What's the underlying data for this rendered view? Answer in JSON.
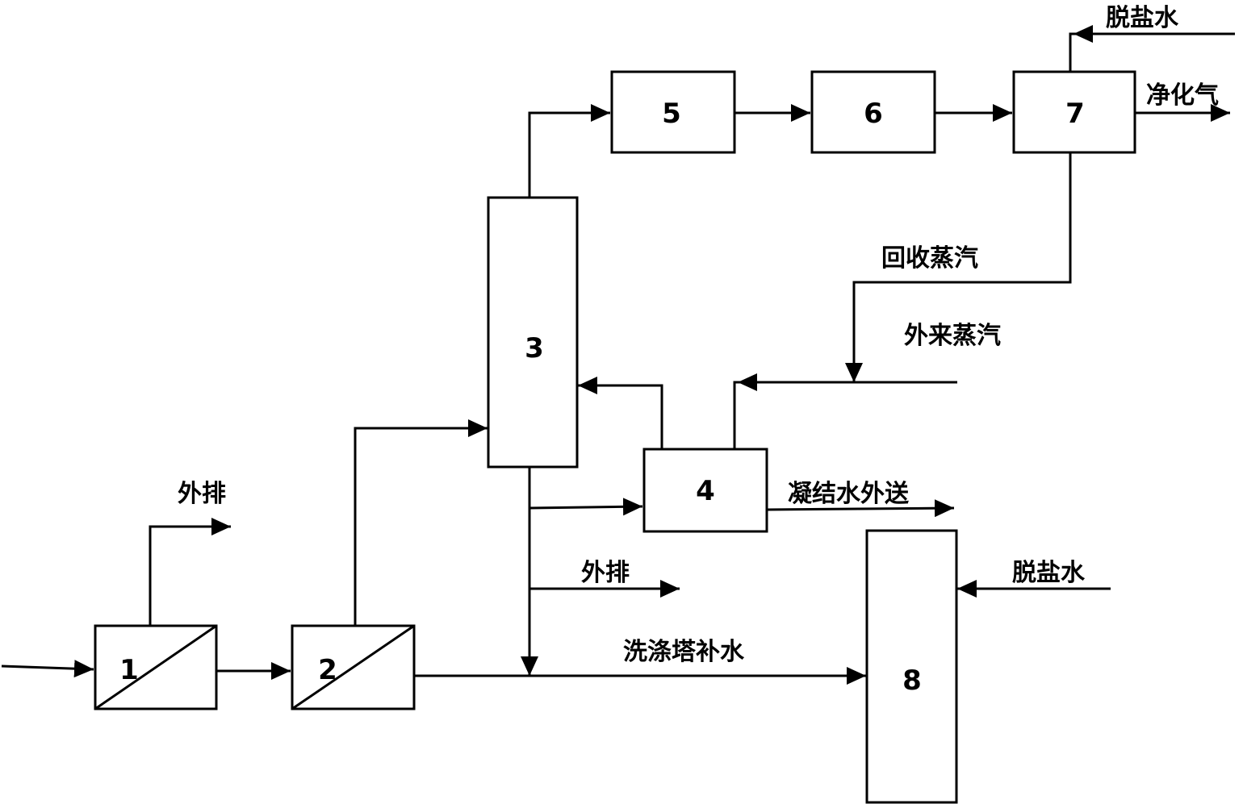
{
  "units": {
    "u1": "1",
    "u2": "2",
    "u3": "3",
    "u4": "4",
    "u5": "5",
    "u6": "6",
    "u7": "7",
    "u8": "8"
  },
  "labels": {
    "desalted_water_top": "脱盐水",
    "purified_gas": "净化气",
    "recovered_steam": "回收蒸汽",
    "external_steam": "外来蒸汽",
    "condensate_out": "凝结水外送",
    "discharge_1": "外排",
    "discharge_3": "外排",
    "desalted_water_8": "脱盐水",
    "scrubber_makeup": "洗涤塔补水"
  }
}
